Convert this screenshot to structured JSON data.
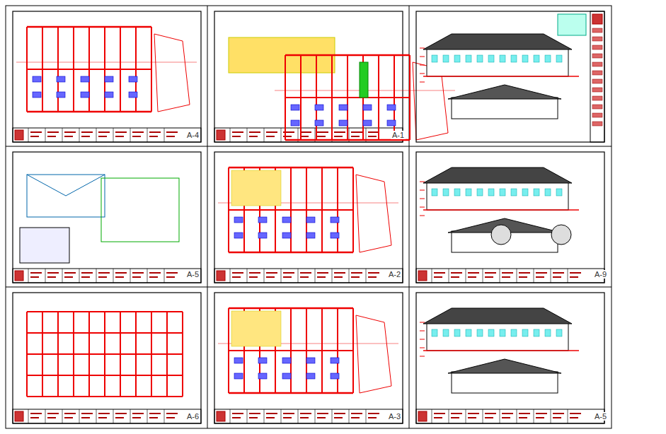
{
  "diagram": {
    "labels": [
      "A-4",
      "A-1",
      "A-5",
      "A-2",
      "A-9",
      "A-6",
      "A-3",
      "A-5"
    ]
  }
}
